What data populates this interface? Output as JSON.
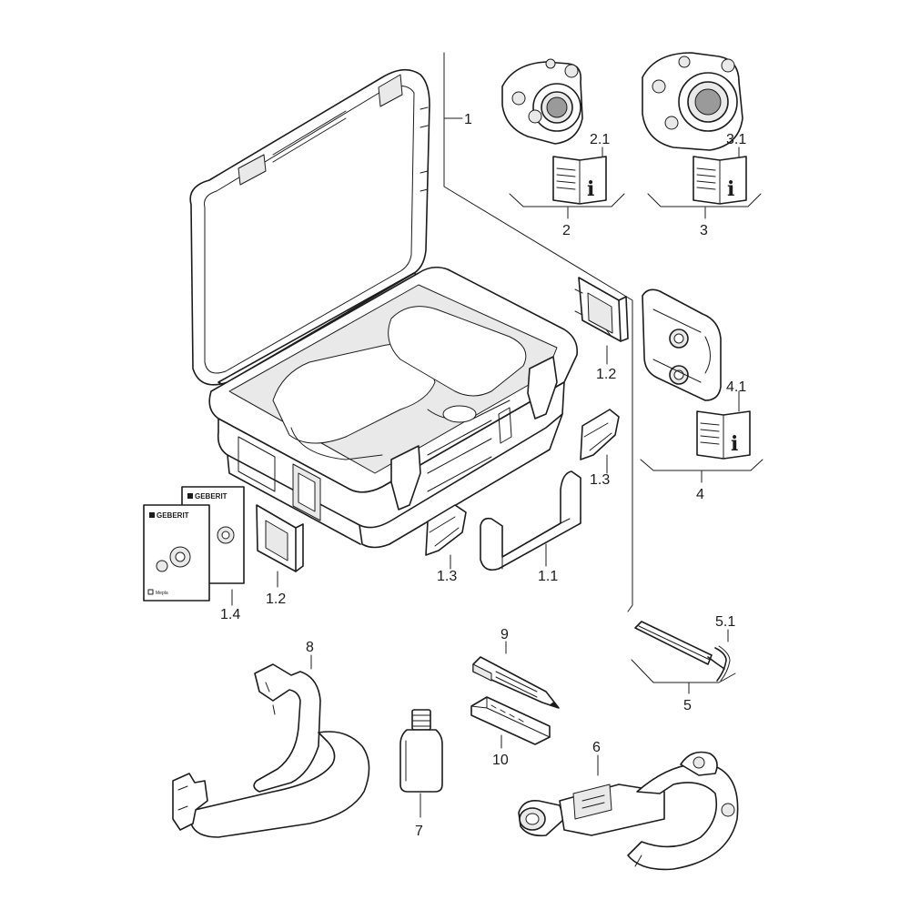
{
  "labels": {
    "case": "1",
    "handle": "1.1",
    "bracket_top": "1.2",
    "bracket_bottom": "1.2",
    "clip_right": "1.3",
    "clip_left": "1.3",
    "manuals": "1.4",
    "collar_small": "2",
    "collar_small_manual": "2.1",
    "collar_large": "3",
    "collar_large_manual": "3.1",
    "adapter_jaw": "4",
    "adapter_jaw_manual": "4.1",
    "deburrer": "5",
    "deburrer_blade": "5.1",
    "pipe_cutter": "6",
    "lubricant_bottle": "7",
    "carrying_strap": "8",
    "marker_pen": "9",
    "marker_refill": "10"
  },
  "manual_booklet": {
    "brand": "GEBERIT",
    "product": "Mepla"
  },
  "manual_booklet_back": {
    "brand": "GEBERIT"
  },
  "icons": {
    "info_book": "info-book-icon"
  },
  "colors": {
    "line": "#1c1c1c",
    "background": "#ffffff"
  }
}
